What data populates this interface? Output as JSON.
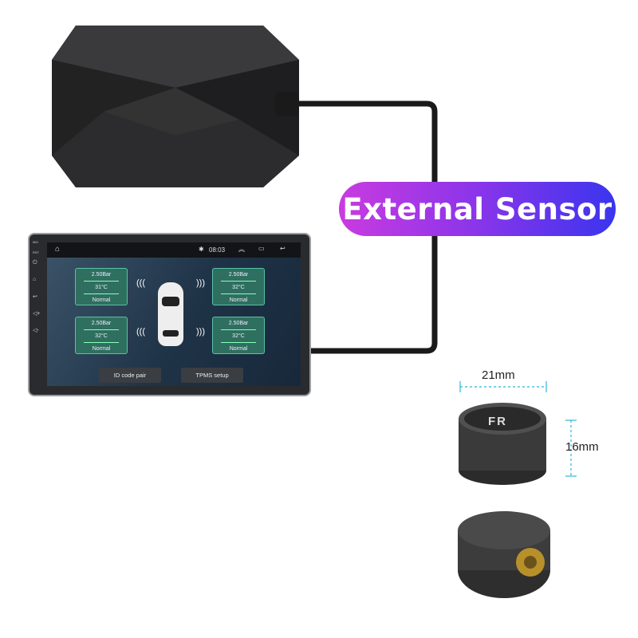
{
  "badge": {
    "label": "External Sensor"
  },
  "screen": {
    "status": {
      "time": "08:03"
    },
    "side_labels": [
      "MIC",
      "RST"
    ],
    "tires": [
      {
        "pressure": "2.50Bar",
        "temp": "31°C",
        "status": "Normal"
      },
      {
        "pressure": "2.50Bar",
        "temp": "32°C",
        "status": "Normal"
      },
      {
        "pressure": "2.50Bar",
        "temp": "32°C",
        "status": "Normal"
      },
      {
        "pressure": "2.50Bar",
        "temp": "32°C",
        "status": "Normal"
      }
    ],
    "buttons": {
      "pair": "ID code pair",
      "setup": "TPMS setup"
    }
  },
  "sensor": {
    "width": "21mm",
    "height": "16mm",
    "cap_label": "FR"
  }
}
